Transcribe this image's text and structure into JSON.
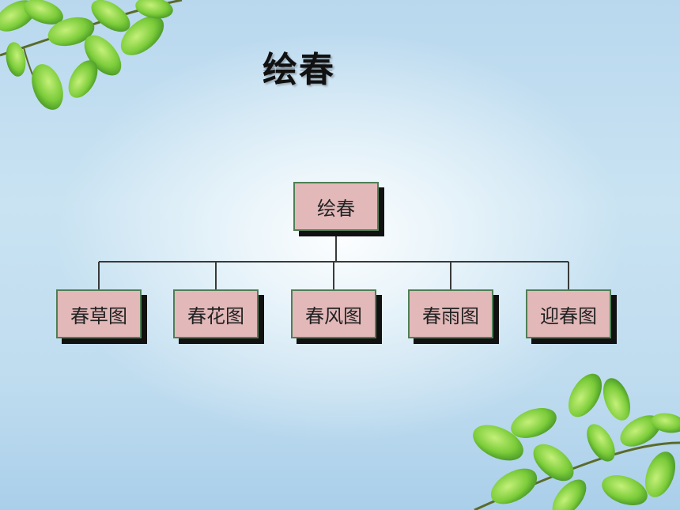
{
  "slide": {
    "title": "绘春"
  },
  "diagram": {
    "root": {
      "label": "绘春"
    },
    "children": [
      {
        "label": "春草图"
      },
      {
        "label": "春花图"
      },
      {
        "label": "春风图"
      },
      {
        "label": "春雨图"
      },
      {
        "label": "迎春图"
      }
    ]
  },
  "colors": {
    "node_fill": "#e2b8b9",
    "node_border": "#4f7f55",
    "connector": "#3a3a3a",
    "leaf_light": "#8fd14a",
    "leaf_dark": "#4a9a2a"
  },
  "icons": [
    "leaf-branch-top-left",
    "leaf-branch-bottom-right"
  ]
}
